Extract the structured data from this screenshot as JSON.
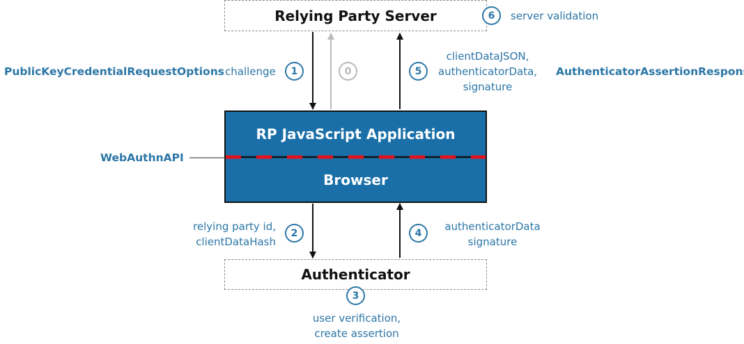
{
  "colors": {
    "accent": "#2b76a6",
    "box_fill": "#1a6fa8",
    "api_divider": "#e0141e",
    "faded": "#b9b9b9"
  },
  "nodes": {
    "relying_party_server": "Relying Party Server",
    "rp_js_application": "RP JavaScript Application",
    "browser": "Browser",
    "authenticator": "Authenticator"
  },
  "labels": {
    "request_options": "PublicKeyCredentialRequestOptions",
    "assertion_response": "AuthenticatorAssertionResponse",
    "webauthn_api": "WebAuthnAPI"
  },
  "steps": [
    {
      "number": "0",
      "text": ""
    },
    {
      "number": "1",
      "text": "challenge"
    },
    {
      "number": "2",
      "lines": [
        "relying party id,",
        "clientDataHash"
      ]
    },
    {
      "number": "3",
      "lines": [
        "user verification,",
        "create assertion"
      ]
    },
    {
      "number": "4",
      "lines": [
        "authenticatorData",
        "signature"
      ]
    },
    {
      "number": "5",
      "lines": [
        "clientDataJSON,",
        "authenticatorData,",
        "signature"
      ]
    },
    {
      "number": "6",
      "text": "server validation"
    }
  ]
}
